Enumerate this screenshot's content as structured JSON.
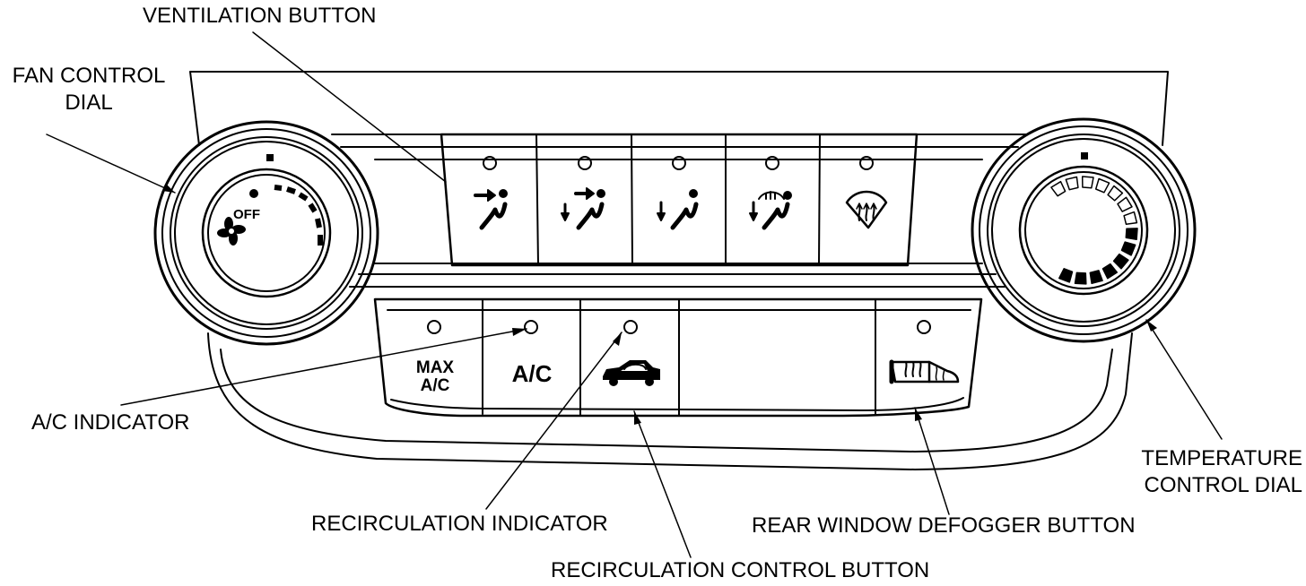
{
  "callouts": {
    "ventilation_button": "VENTILATION BUTTON",
    "fan_control_dial": [
      "FAN CONTROL",
      "DIAL"
    ],
    "ac_indicator": "A/C INDICATOR",
    "recirculation_indicator": "RECIRCULATION INDICATOR",
    "recirculation_control_button": "RECIRCULATION CONTROL BUTTON",
    "rear_window_defogger_button": "REAR WINDOW DEFOGGER BUTTON",
    "temperature_control_dial": [
      "TEMPERATURE",
      "CONTROL DIAL"
    ]
  },
  "panel": {
    "fan_dial": {
      "off_label": "OFF",
      "icon": "fan-icon"
    },
    "vent_buttons": [
      {
        "icon": "vent-face-icon"
      },
      {
        "icon": "vent-face-floor-icon"
      },
      {
        "icon": "vent-floor-icon"
      },
      {
        "icon": "vent-floor-defrost-icon"
      },
      {
        "icon": "windshield-defrost-icon"
      }
    ],
    "lower_buttons": {
      "max_ac": [
        "MAX",
        "A/C"
      ],
      "ac": "A/C",
      "recirculation": {
        "icon": "recirculation-car-icon"
      },
      "rear_defogger": {
        "icon": "rear-defogger-icon"
      }
    },
    "temperature_dial": {
      "icon": "temperature-scale-icon"
    }
  }
}
